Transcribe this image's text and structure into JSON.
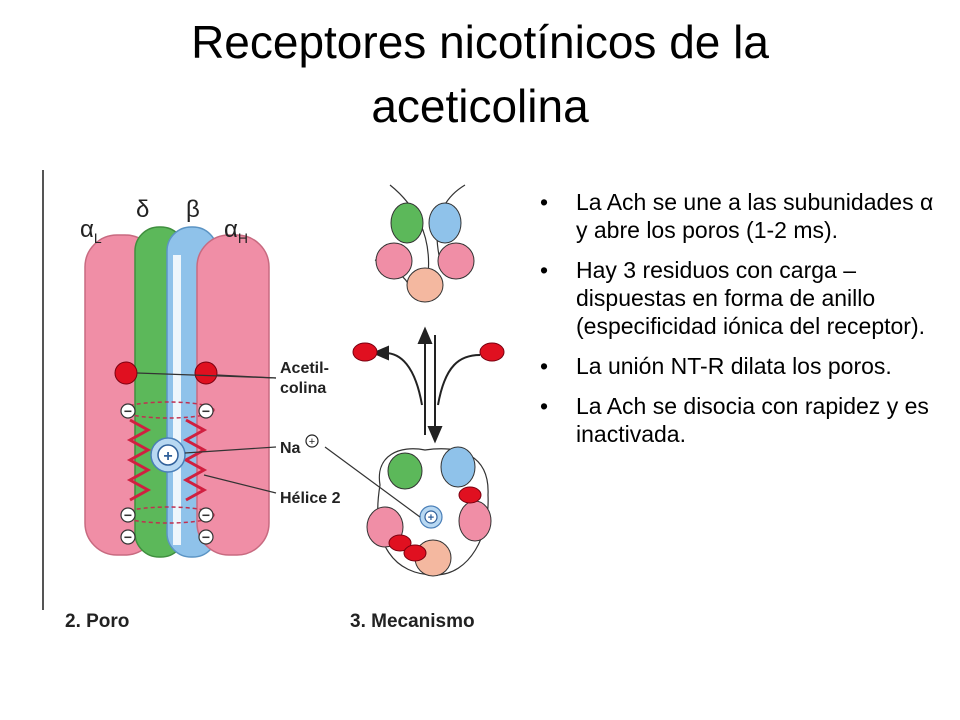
{
  "title": {
    "line1": "Receptores nicotínicos de la",
    "line2": "aceticolina"
  },
  "figure": {
    "subunits": {
      "alpha_l": "α",
      "alpha_l_sub": "L",
      "delta": "δ",
      "beta": "β",
      "alpha_h": "α",
      "alpha_h_sub": "H"
    },
    "labels": {
      "acetilcolina_1": "Acetil-",
      "acetilcolina_2": "colina",
      "na": "Na",
      "helice": "Hélice 2"
    },
    "captions": {
      "poro": "2. Poro",
      "mecanismo": "3. Mecanismo"
    },
    "charge_plus": "+",
    "charge_minus": "−"
  },
  "bullets": [
    "La Ach se une a las subunidades α y abre los poros (1-2 ms).",
    "Hay 3 residuos con carga – dispuestas en forma de anillo (especificidad iónica del receptor).",
    "La unión NT-R dilata los poros.",
    "La Ach se disocia con rapidez y es inactivada."
  ],
  "colors": {
    "pink": "#f08ea6",
    "green": "#5cb85a",
    "blue": "#8fc2ea",
    "peach": "#f4b8a0",
    "red": "#e01020"
  }
}
